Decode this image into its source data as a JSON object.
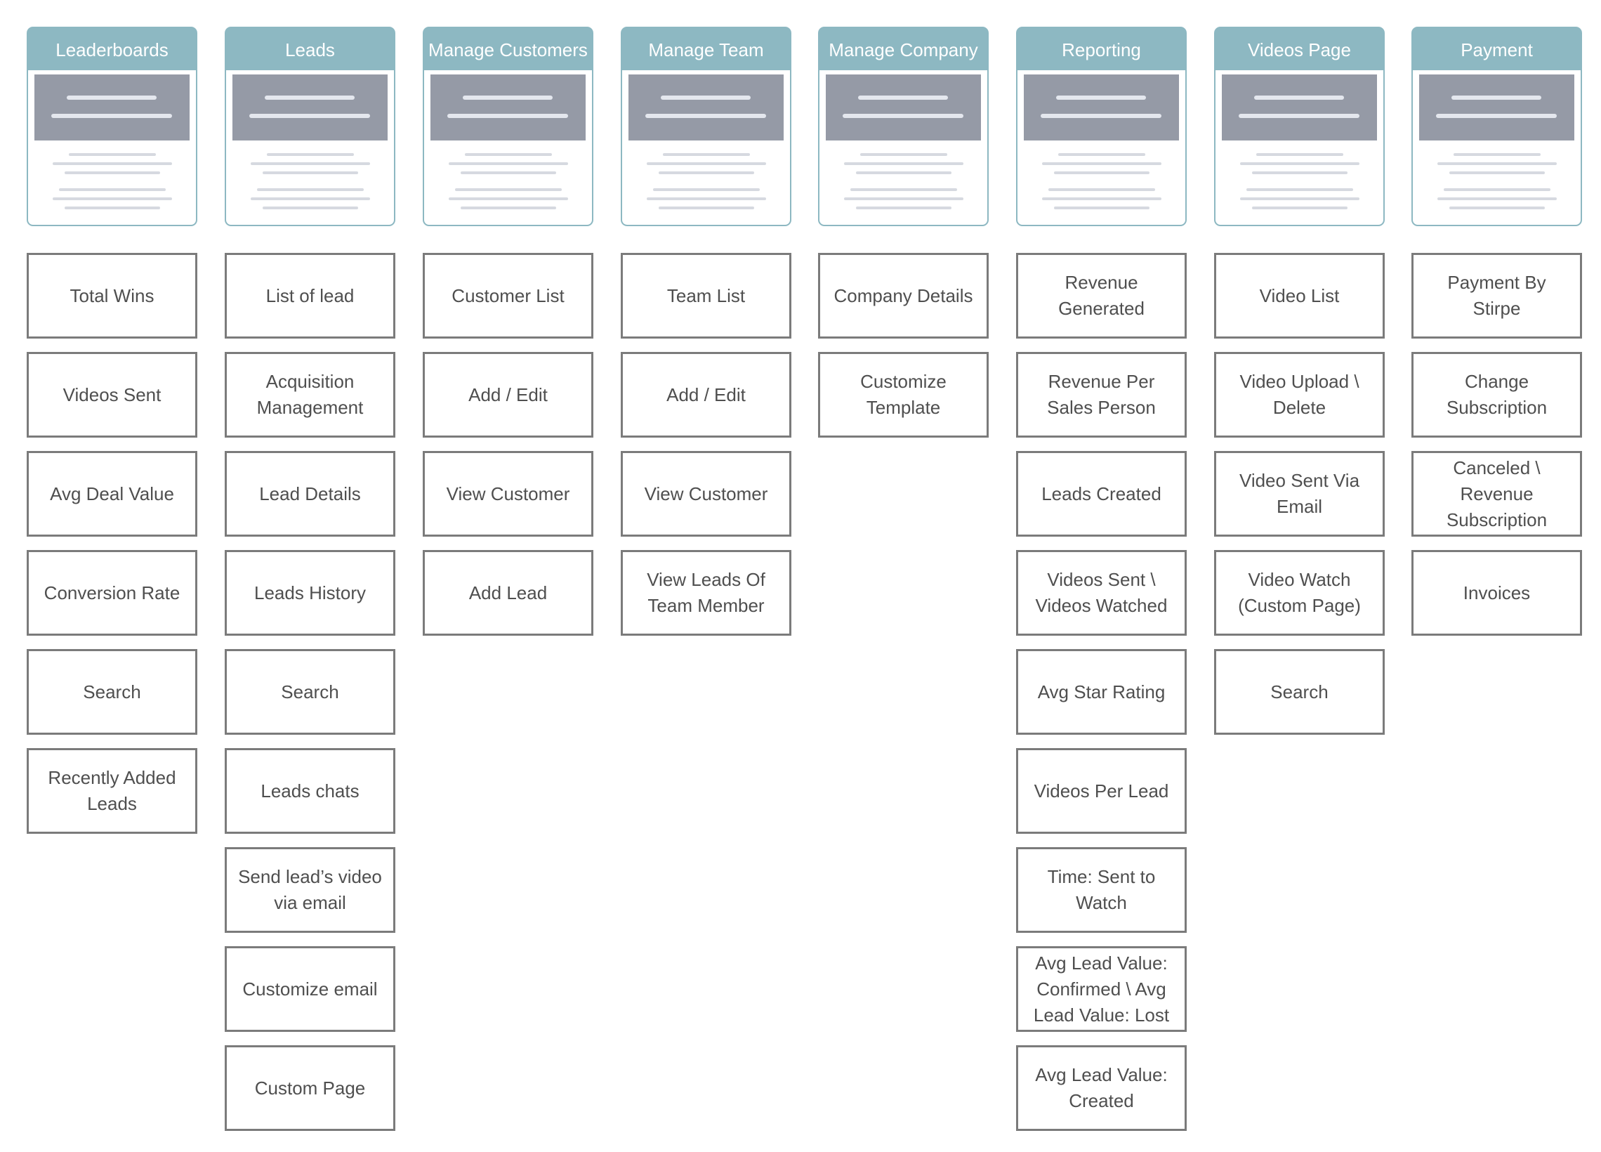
{
  "columns": [
    {
      "title": "Leaderboards",
      "items": [
        "Total Wins",
        "Videos Sent",
        "Avg Deal Value",
        "Conversion Rate",
        "Search",
        "Recently Added Leads"
      ]
    },
    {
      "title": "Leads",
      "items": [
        "List of lead",
        "Acquisition Management",
        "Lead Details",
        "Leads History",
        "Search",
        "Leads chats",
        "Send lead’s video via email",
        "Customize email",
        "Custom Page"
      ]
    },
    {
      "title": "Manage Customers",
      "items": [
        "Customer List",
        "Add / Edit",
        "View Customer",
        "Add Lead"
      ]
    },
    {
      "title": "Manage Team",
      "items": [
        "Team List",
        "Add / Edit",
        "View Customer",
        "View Leads Of Team Member"
      ]
    },
    {
      "title": "Manage Company",
      "items": [
        "Company Details",
        "Customize Template"
      ]
    },
    {
      "title": "Reporting",
      "items": [
        "Revenue Generated",
        "Revenue Per Sales Person",
        "Leads Created",
        "Videos Sent \\ Videos Watched",
        "Avg Star Rating",
        "Videos Per Lead",
        "Time: Sent to Watch",
        "Avg Lead Value: Confirmed \\ Avg Lead Value: Lost",
        "Avg Lead Value: Created"
      ]
    },
    {
      "title": "Videos Page",
      "items": [
        "Video List",
        "Video Upload \\ Delete",
        "Video Sent Via Email",
        "Video Watch (Custom Page)",
        "Search"
      ]
    },
    {
      "title": "Payment",
      "items": [
        "Payment By Stirpe",
        "Change Subscription",
        "Canceled \\ Revenue Subscription",
        "Invoices"
      ]
    }
  ],
  "colors": {
    "page_tab": "#8db8c2",
    "page_hero": "#959aa6",
    "feature_border": "#7b7b7b",
    "feature_text": "#4f4f4f"
  }
}
